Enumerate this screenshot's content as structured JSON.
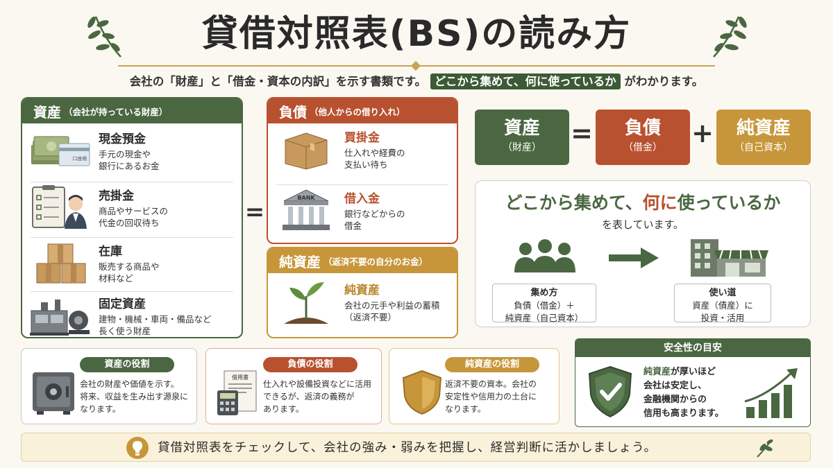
{
  "title": "貸借対照表(BS)の読み方",
  "subtitle": {
    "before": "会社の「財産」と「借金・資本の内訳」を示す書類です。",
    "highlight": "どこから集めて、何に使っているか",
    "after": "がわかります。"
  },
  "assets_card": {
    "title": "資産",
    "subtitle": "（会社が持っている財産）",
    "items": [
      {
        "title": "現金預金",
        "desc1": "手元の現金や",
        "desc2": "銀行にあるお金",
        "icon": "cash-icon",
        "label": "口座帳"
      },
      {
        "title": "売掛金",
        "desc1": "商品やサービスの",
        "desc2": "代金の回収待ち",
        "icon": "clipboard-person-icon"
      },
      {
        "title": "在庫",
        "desc1": "販売する商品や",
        "desc2": "材料など",
        "icon": "boxes-icon"
      },
      {
        "title": "固定資産",
        "desc1": "建物・機械・車両・備品など",
        "desc2": "長く使う財産",
        "icon": "machine-icon"
      }
    ]
  },
  "liabilities_card": {
    "title": "負債",
    "subtitle": "（他人からの借り入れ）",
    "items": [
      {
        "title": "買掛金",
        "desc1": "仕入れや経費の",
        "desc2": "支払い待ち",
        "icon": "box-icon"
      },
      {
        "title": "借入金",
        "desc1": "銀行などからの",
        "desc2": "借金",
        "icon": "bank-icon",
        "label": "BANK"
      }
    ]
  },
  "equity_card": {
    "title": "純資産",
    "subtitle": "（返済不要の自分のお金）",
    "item": {
      "title": "純資産",
      "desc1": "会社の元手や利益の蓄積",
      "desc2": "（返済不要）",
      "icon": "sprout-icon"
    }
  },
  "equals_sign": "=",
  "equation": {
    "assets": {
      "title": "資産",
      "sub": "（財産）"
    },
    "eq": "=",
    "liabilities": {
      "title": "負債",
      "sub": "（借金）"
    },
    "plus": "+",
    "equity": {
      "title": "純資産",
      "sub": "（自己資本）"
    }
  },
  "where_panel": {
    "title_a": "どこから集めて、",
    "title_b": "何に",
    "title_c": "使っているか",
    "sub": "を表しています。",
    "collect": {
      "heading": "集め方",
      "line1": "負債（借金）＋",
      "line2": "純資産（自己資本）"
    },
    "use": {
      "heading": "使い道",
      "line1": "資産（債産）に",
      "line2": "投資・活用"
    }
  },
  "roles": {
    "assets": {
      "title": "資産の役割",
      "l1": "会社の財産や価値を示す。",
      "l2": "将来、収益を生み出す源泉に",
      "l3": "なります。"
    },
    "liabilities": {
      "title": "負債の役割",
      "l1": "仕入れや設備投資などに活用",
      "l2": "できるが、返済の義務が",
      "l3": "あります。",
      "doc_label": "借用書"
    },
    "equity": {
      "title": "純資産の役割",
      "l1": "返済不要の資本。会社の",
      "l2": "安定性や信用力の土台に",
      "l3": "なります。"
    }
  },
  "safety": {
    "title": "安全性の目安",
    "l1a": "純資産",
    "l1b": "が厚いほど",
    "l2": "会社は安定し、",
    "l3": "金融機関からの",
    "l4": "信用も高まります。"
  },
  "footer": "貸借対照表をチェックして、会社の強み・弱みを把握し、経営判断に活かしましょう。",
  "colors": {
    "green": "#4a6741",
    "red": "#b8512f",
    "gold": "#c7963a",
    "bg": "#fbf8f1"
  }
}
